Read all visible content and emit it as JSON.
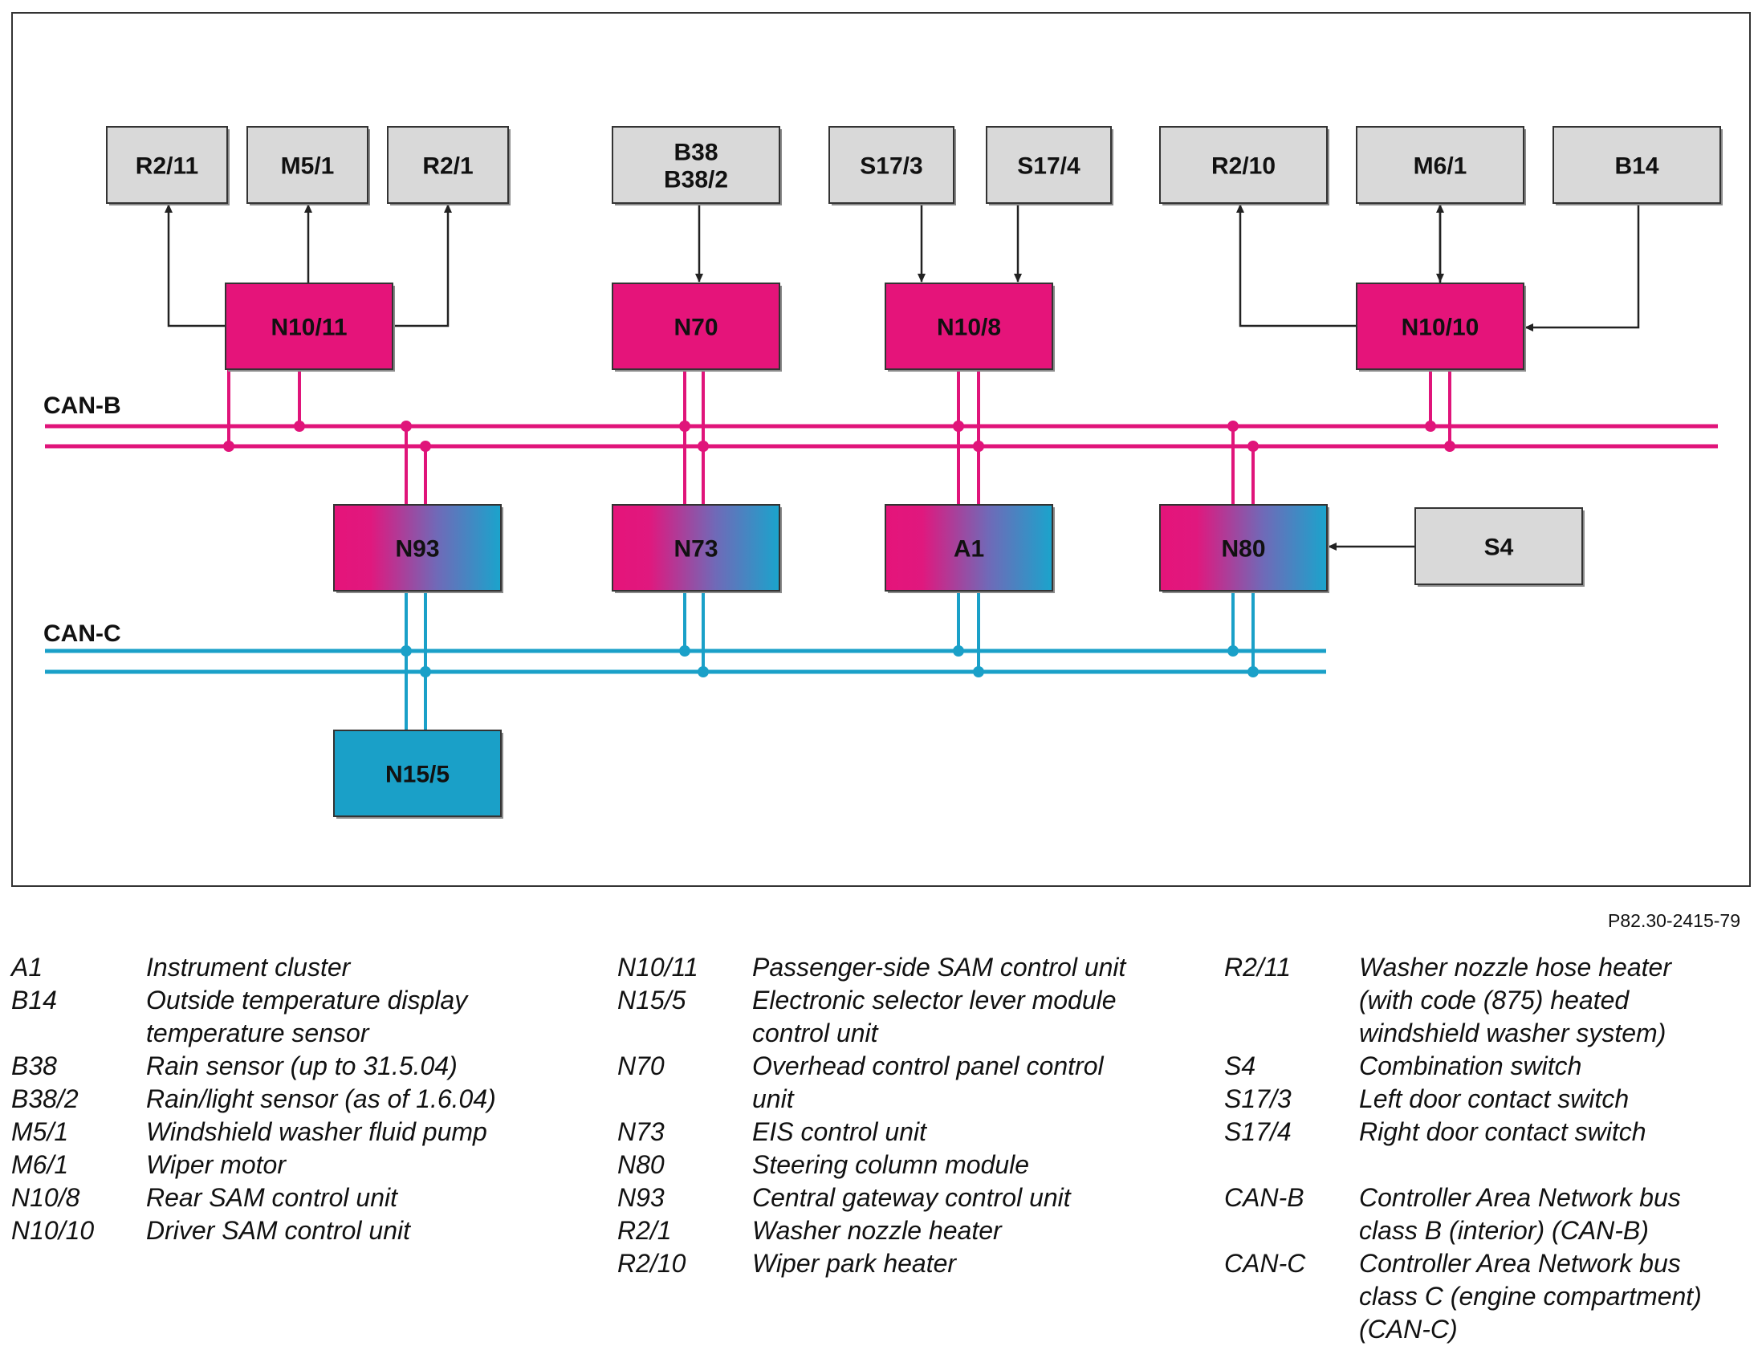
{
  "figure_ref": "P82.30-2415-79",
  "colors": {
    "can_b": "#e0147a",
    "can_c": "#1aa0c8",
    "module_magenta": "#e5147a",
    "module_cyan": "#1aa0c8",
    "component_gray": "#d9d9d9"
  },
  "buses": [
    {
      "id": "canb",
      "label": "CAN-B"
    },
    {
      "id": "canc",
      "label": "CAN-C"
    }
  ],
  "nodes": [
    {
      "id": "R2_11",
      "lines": [
        "R2/11"
      ],
      "kind": "gray"
    },
    {
      "id": "M5_1",
      "lines": [
        "M5/1"
      ],
      "kind": "gray"
    },
    {
      "id": "R2_1",
      "lines": [
        "R2/1"
      ],
      "kind": "gray"
    },
    {
      "id": "B38",
      "lines": [
        "B38",
        "B38/2"
      ],
      "kind": "gray"
    },
    {
      "id": "S17_3",
      "lines": [
        "S17/3"
      ],
      "kind": "gray"
    },
    {
      "id": "S17_4",
      "lines": [
        "S17/4"
      ],
      "kind": "gray"
    },
    {
      "id": "R2_10",
      "lines": [
        "R2/10"
      ],
      "kind": "gray"
    },
    {
      "id": "M6_1",
      "lines": [
        "M6/1"
      ],
      "kind": "gray"
    },
    {
      "id": "B14",
      "lines": [
        "B14"
      ],
      "kind": "gray"
    },
    {
      "id": "N10_11",
      "lines": [
        "N10/11"
      ],
      "kind": "magenta"
    },
    {
      "id": "N70",
      "lines": [
        "N70"
      ],
      "kind": "magenta"
    },
    {
      "id": "N10_8",
      "lines": [
        "N10/8"
      ],
      "kind": "magenta"
    },
    {
      "id": "N10_10",
      "lines": [
        "N10/10"
      ],
      "kind": "magenta"
    },
    {
      "id": "N93",
      "lines": [
        "N93"
      ],
      "kind": "gradient"
    },
    {
      "id": "N73",
      "lines": [
        "N73"
      ],
      "kind": "gradient"
    },
    {
      "id": "A1",
      "lines": [
        "A1"
      ],
      "kind": "gradient"
    },
    {
      "id": "N80",
      "lines": [
        "N80"
      ],
      "kind": "gradient"
    },
    {
      "id": "S4",
      "lines": [
        "S4"
      ],
      "kind": "gray"
    },
    {
      "id": "N15_5",
      "lines": [
        "N15/5"
      ],
      "kind": "cyan"
    }
  ],
  "legend": [
    [
      {
        "code": "A1",
        "desc": "Instrument cluster"
      },
      {
        "code": "B14",
        "desc": "Outside temperature display temperature sensor"
      },
      {
        "code": "B38",
        "desc": "Rain sensor (up to 31.5.04)"
      },
      {
        "code": "B38/2",
        "desc": "Rain/light sensor (as of 1.6.04)"
      },
      {
        "code": "M5/1",
        "desc": "Windshield washer fluid pump"
      },
      {
        "code": "M6/1",
        "desc": "Wiper motor"
      },
      {
        "code": "N10/8",
        "desc": "Rear SAM control unit"
      },
      {
        "code": "N10/10",
        "desc": "Driver SAM control unit"
      }
    ],
    [
      {
        "code": "N10/11",
        "desc": "Passenger-side SAM control unit"
      },
      {
        "code": "N15/5",
        "desc": "Electronic selector lever module control unit"
      },
      {
        "code": "N70",
        "desc": "Overhead control panel control unit"
      },
      {
        "code": "N73",
        "desc": "EIS control unit"
      },
      {
        "code": "N80",
        "desc": "Steering column module"
      },
      {
        "code": "N93",
        "desc": "Central gateway control unit"
      },
      {
        "code": "R2/1",
        "desc": "Washer nozzle heater"
      },
      {
        "code": "R2/10",
        "desc": "Wiper park heater"
      }
    ],
    [
      {
        "code": "R2/11",
        "desc": "Washer nozzle hose heater (with code (875) heated windshield washer system)"
      },
      {
        "code": "S4",
        "desc": "Combination switch"
      },
      {
        "code": "S17/3",
        "desc": "Left door contact switch"
      },
      {
        "code": "S17/4",
        "desc": "Right door contact switch"
      },
      {
        "code": "CAN-B",
        "desc": "Controller Area Network bus class B (interior) (CAN-B)"
      },
      {
        "code": "CAN-C",
        "desc": "Controller Area Network bus class C (engine compartment) (CAN-C)"
      }
    ]
  ]
}
